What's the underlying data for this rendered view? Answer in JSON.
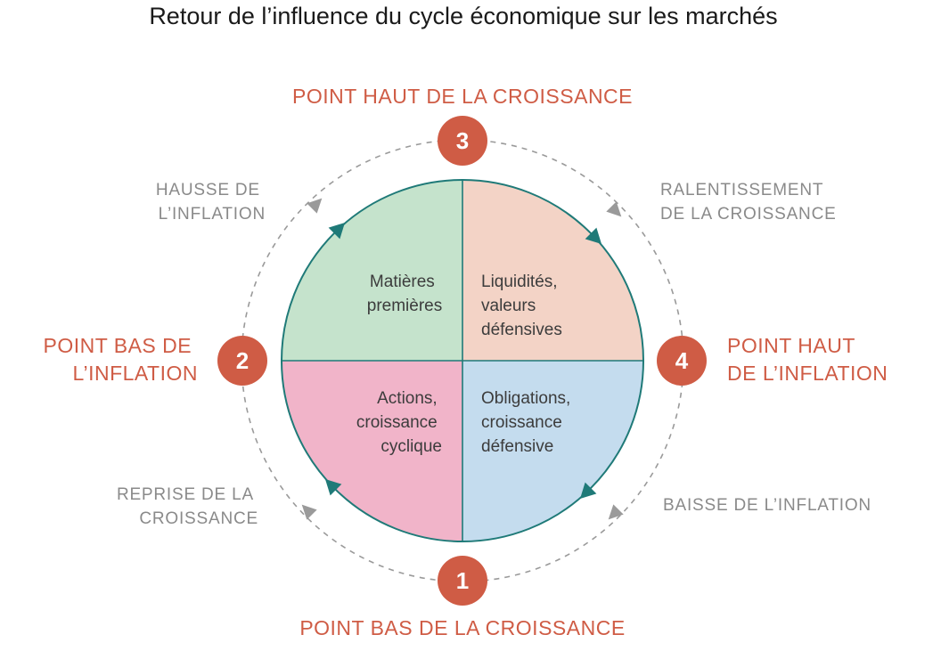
{
  "title": "Retour de l’influence du cycle économique sur les marchés",
  "colors": {
    "accent": "#cf5c45",
    "teal": "#1f7a78",
    "dash": "#9a9a9a",
    "q_top_left": "#c5e3cc",
    "q_top_right": "#f3d3c6",
    "q_bottom_left": "#f1b4c9",
    "q_bottom_right": "#c4dcee"
  },
  "phases": {
    "p1": {
      "number": "1",
      "label": "POINT BAS DE LA CROISSANCE"
    },
    "p2": {
      "number": "2",
      "line1": "POINT BAS DE",
      "line2": "L’INFLATION"
    },
    "p3": {
      "number": "3",
      "label": "POINT HAUT DE LA CROISSANCE"
    },
    "p4": {
      "number": "4",
      "line1": "POINT HAUT",
      "line2": "DE L’INFLATION"
    }
  },
  "transitions": {
    "top_left": {
      "line1": "HAUSSE DE",
      "line2": "L’INFLATION"
    },
    "top_right": {
      "line1": "RALENTISSEMENT",
      "line2": "DE LA CROISSANCE"
    },
    "bottom_left": {
      "line1": "REPRISE DE LA",
      "line2": "CROISSANCE"
    },
    "bottom_right": {
      "line1": "BAISSE DE L’INFLATION"
    }
  },
  "quadrants": {
    "top_left": {
      "lines": [
        "Matières",
        "premières"
      ]
    },
    "top_right": {
      "lines": [
        "Liquidités,",
        "valeurs",
        "défensives"
      ]
    },
    "bottom_left": {
      "lines": [
        "Actions,",
        "croissance",
        "cyclique"
      ]
    },
    "bottom_right": {
      "lines": [
        "Obligations,",
        "croissance",
        "défensive"
      ]
    }
  }
}
